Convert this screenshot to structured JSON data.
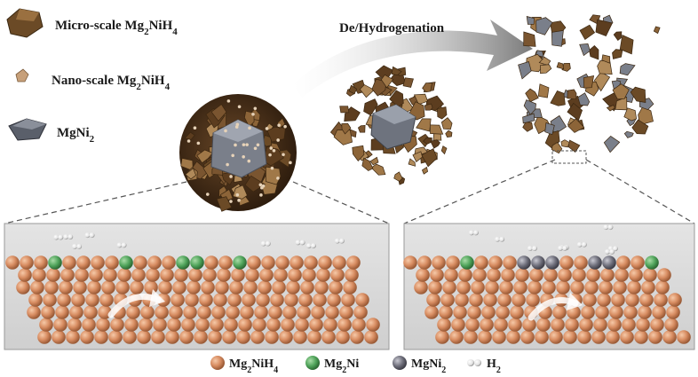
{
  "legend_top": [
    {
      "text": "Micro-scale Mg",
      "sub1": "2",
      "mid": "NiH",
      "sub2": "4",
      "icon": "micro-particle-icon"
    },
    {
      "text": "Nano-scale Mg",
      "sub1": "2",
      "mid": "NiH",
      "sub2": "4",
      "icon": "nano-particle-icon"
    },
    {
      "text": "MgNi",
      "sub1": "2",
      "mid": "",
      "sub2": "",
      "icon": "mgni2-particle-icon"
    }
  ],
  "process_label": "De/Hydrogenation",
  "legend_bottom": [
    {
      "text": "Mg",
      "sub1": "2",
      "mid": "NiH",
      "sub2": "4",
      "color": "#d9906a"
    },
    {
      "text": "Mg",
      "sub1": "2",
      "mid": "Ni",
      "sub2": "",
      "color": "#4fa35a"
    },
    {
      "text": "MgNi",
      "sub1": "2",
      "mid": "",
      "sub2": "",
      "color": "#6e6e7a"
    },
    {
      "text": "H",
      "sub1": "2",
      "mid": "",
      "sub2": "",
      "color": "#e8e8e8"
    }
  ],
  "colors": {
    "mg2nih4": "#d9906a",
    "mg2ni": "#4fa35a",
    "mgni2": "#6e6e7a",
    "h2": "#f2f2f2",
    "particle_brown": "#7a5530",
    "panel_bg": "#dcdcdc"
  }
}
